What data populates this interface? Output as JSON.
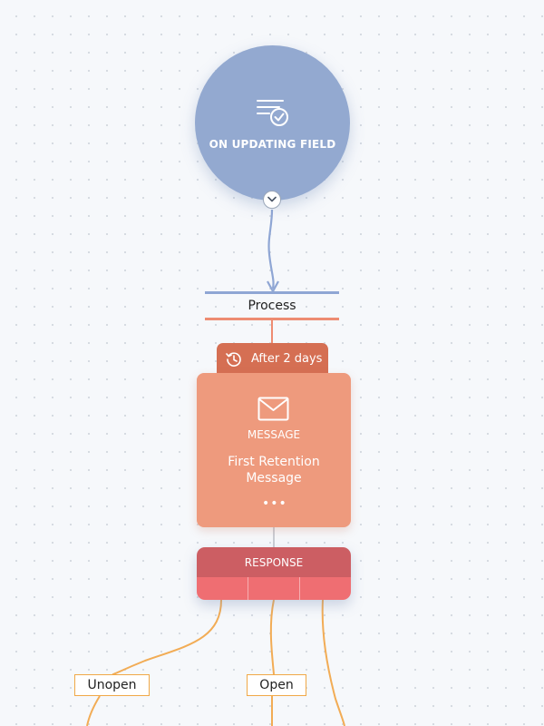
{
  "trigger": {
    "label": "ON UPDATING FIELD",
    "icon": "filter-check-icon",
    "color": "#93a9d0"
  },
  "process": {
    "label": "Process",
    "top_line_color": "#8fa6d4",
    "bottom_line_color": "#ee8c72"
  },
  "delay": {
    "label": "After 2 days",
    "icon": "history-clock-icon",
    "color": "#d56f53"
  },
  "message": {
    "type_label": "MESSAGE",
    "title": "First Retention Message",
    "more": "•••",
    "icon": "envelope-icon",
    "color": "#ee9a7d"
  },
  "response": {
    "label": "RESPONSE",
    "header_color": "#cc5e63",
    "slot_color": "#ef6e72"
  },
  "branches": [
    {
      "label": "Unopen"
    },
    {
      "label": "Open"
    }
  ],
  "colors": {
    "background": "#f6f8fb",
    "trigger_connector": "#8fa6d4",
    "branch_connector": "#f2ac55",
    "message_connector": "#c9cdd4"
  }
}
